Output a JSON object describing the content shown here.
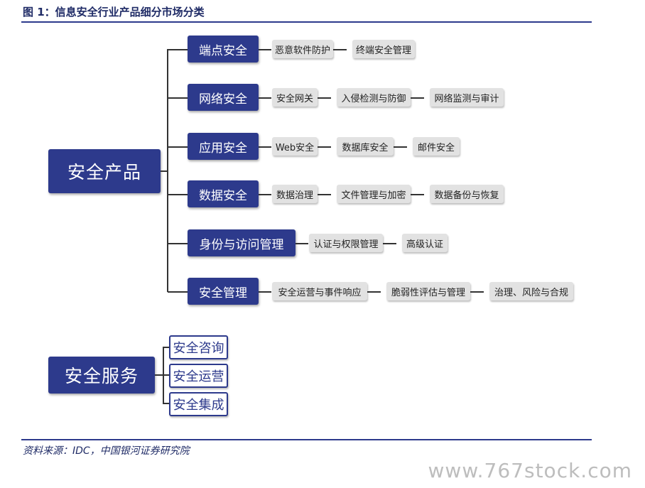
{
  "figure_title": "图 1：信息安全行业产品细分市场分类",
  "products": {
    "label": "安全产品",
    "categories": [
      {
        "label": "端点安全",
        "items": [
          "恶意软件防护",
          "终端安全管理"
        ]
      },
      {
        "label": "网络安全",
        "items": [
          "安全网关",
          "入侵检测与防御",
          "网络监测与审计"
        ]
      },
      {
        "label": "应用安全",
        "items": [
          "Web安全",
          "数据库安全",
          "邮件安全"
        ]
      },
      {
        "label": "数据安全",
        "items": [
          "数据治理",
          "文件管理与加密",
          "数据备份与恢复"
        ]
      },
      {
        "label": "身份与访问管理",
        "items": [
          "认证与权限管理",
          "高级认证"
        ]
      },
      {
        "label": "安全管理",
        "items": [
          "安全运营与事件响应",
          "脆弱性评估与管理",
          "治理、风险与合规"
        ]
      }
    ]
  },
  "services": {
    "label": "安全服务",
    "items": [
      "安全咨询",
      "安全运营",
      "安全集成"
    ]
  },
  "source": "资料来源：IDC，中国银河证券研究院",
  "watermark": "www.767stock.com",
  "colors": {
    "primary": "#2d3a8c",
    "sub_box": "#e2e2e2"
  }
}
